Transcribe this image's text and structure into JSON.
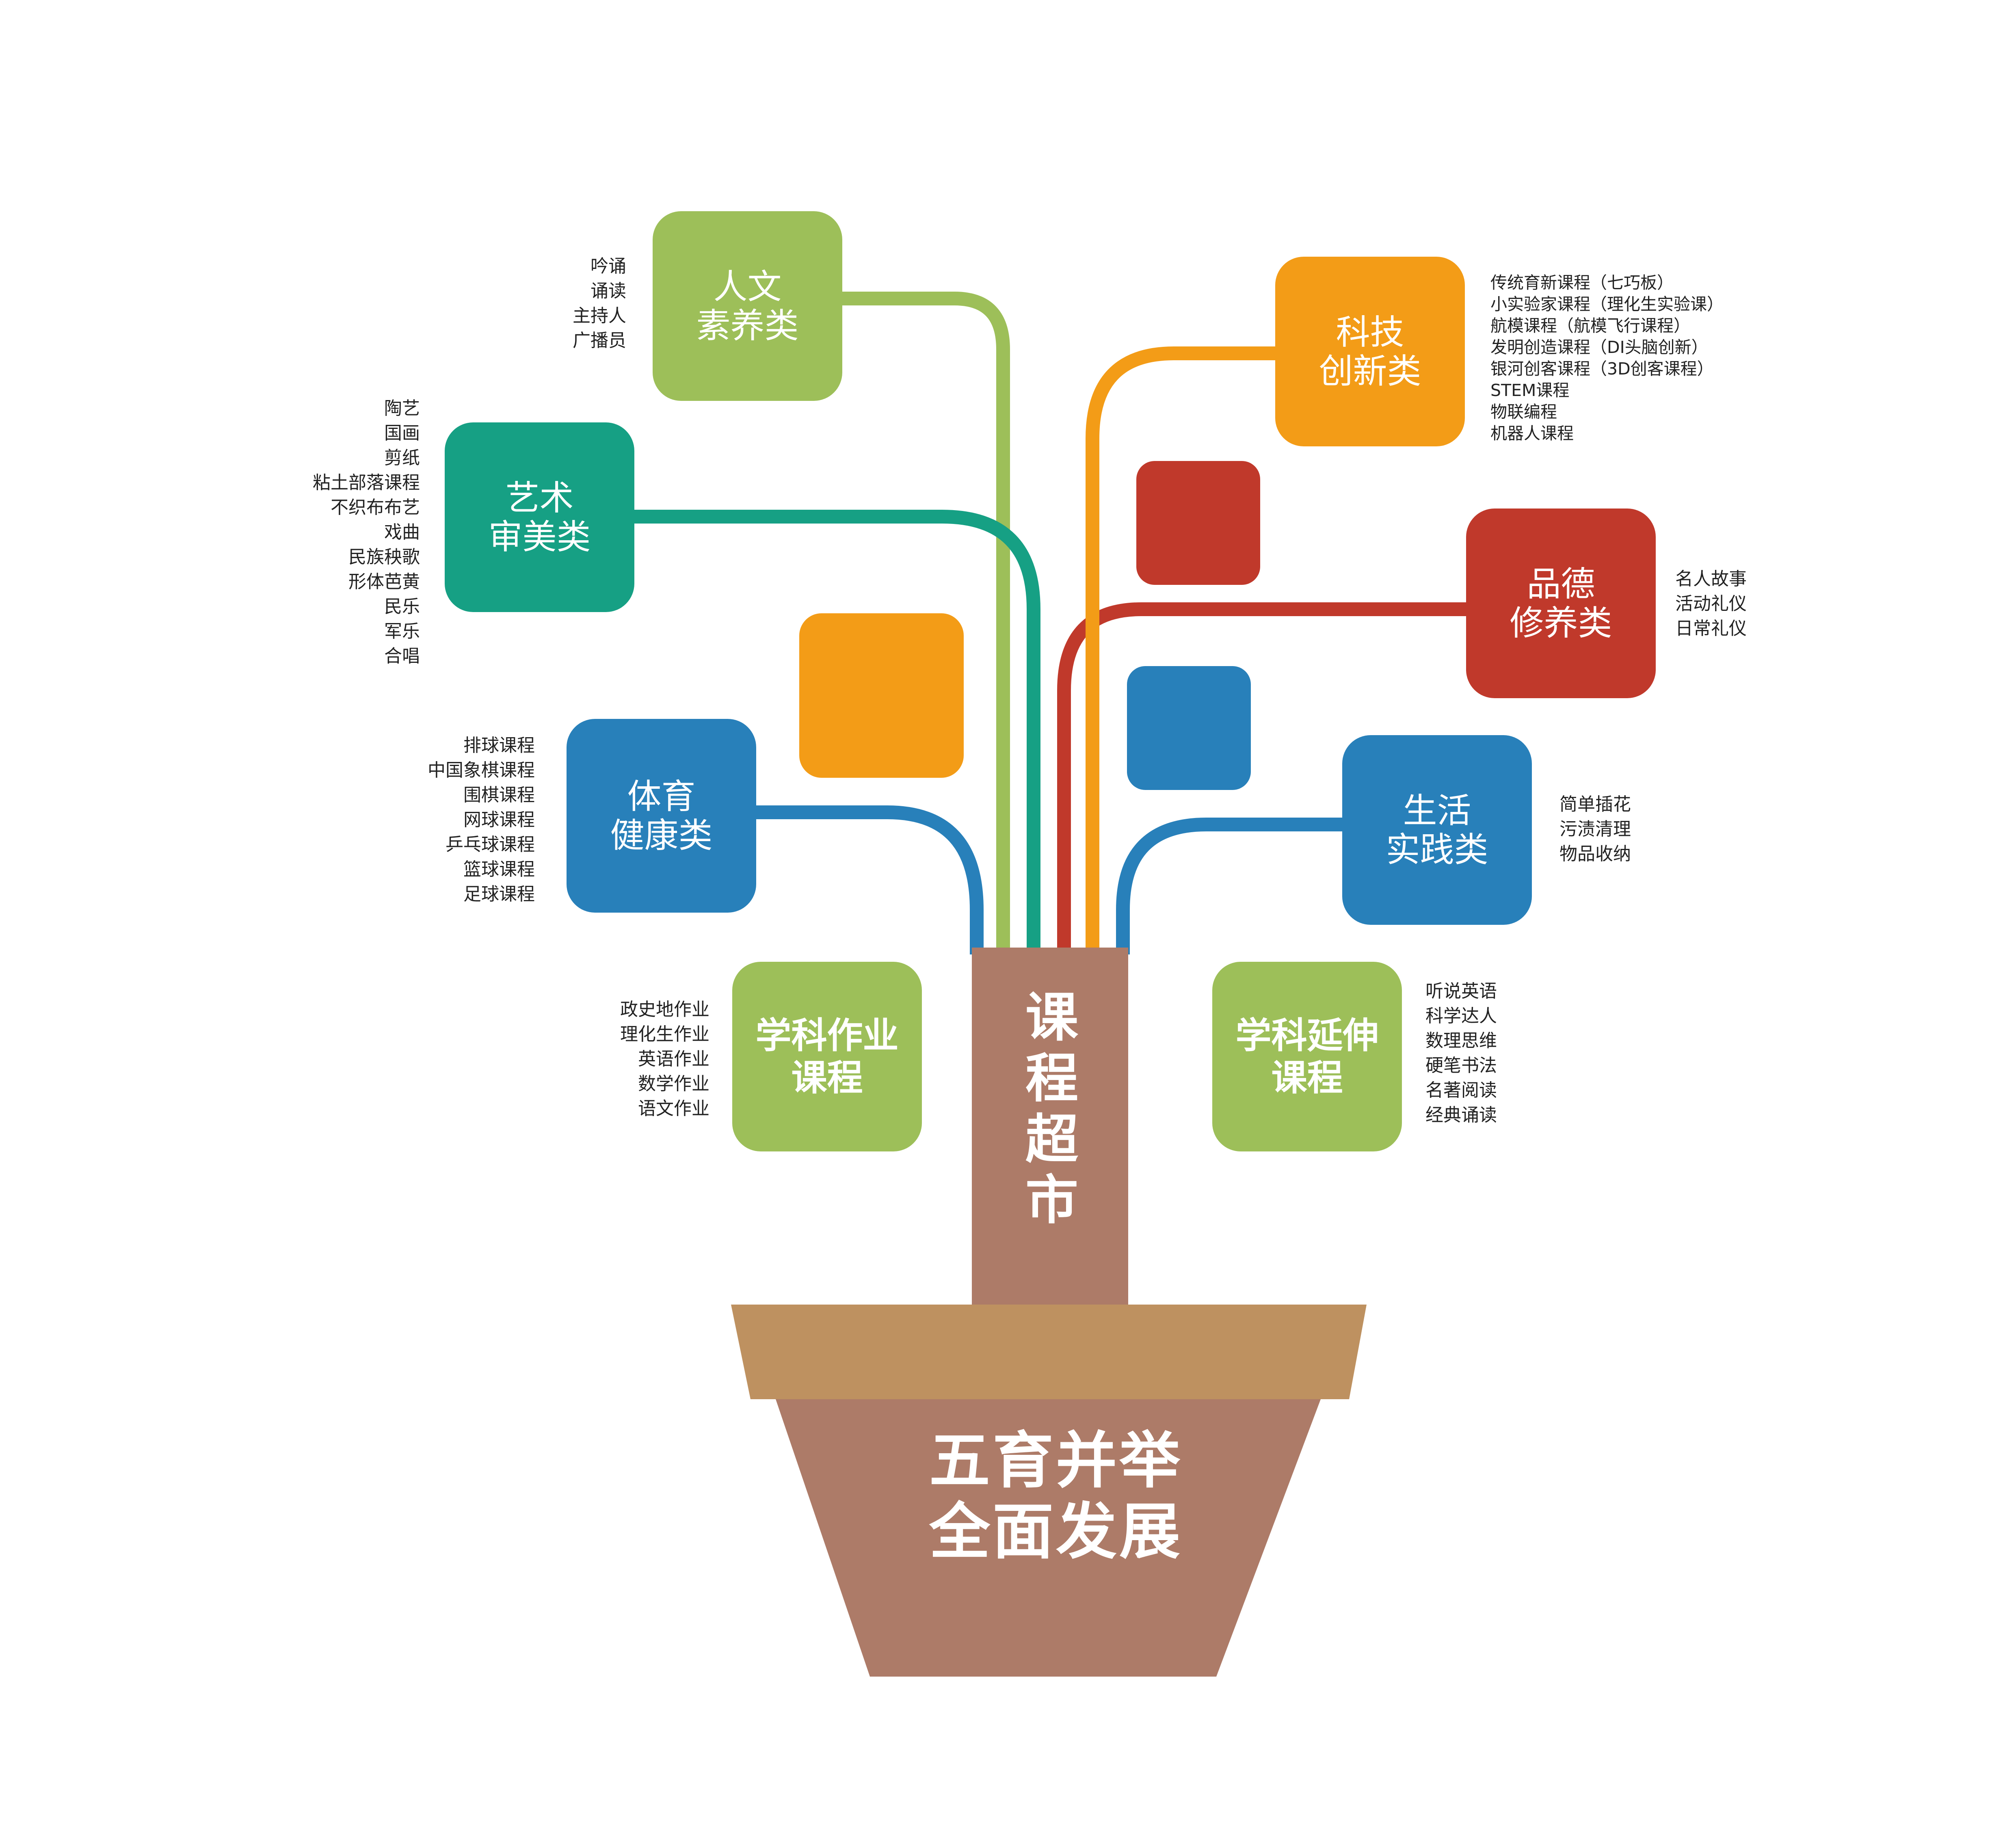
{
  "trunk_label": [
    "课",
    "程",
    "超",
    "市"
  ],
  "pot_label": [
    "五育并举",
    "全面发展"
  ],
  "colors": {
    "light_green": "#9dbf59",
    "teal": "#16a084",
    "orange": "#f39c17",
    "red": "#c0392b",
    "blue": "#2880ba",
    "trunk": "#ad7b68",
    "pot_rim": "#be9160",
    "pot_body": "#ad7b68"
  },
  "categories": {
    "humanities": {
      "title": [
        "人文",
        "素养类"
      ],
      "color": "light_green",
      "items": [
        "吟诵",
        "诵读",
        "主持人",
        "广播员"
      ]
    },
    "arts": {
      "title": [
        "艺术",
        "审美类"
      ],
      "color": "teal",
      "items": [
        "陶艺",
        "国画",
        "剪纸",
        "粘土部落课程",
        "不织布布艺",
        "戏曲",
        "民族秧歌",
        "形体芭黄",
        "民乐",
        "军乐",
        "合唱"
      ]
    },
    "sports": {
      "title": [
        "体育",
        "健康类"
      ],
      "color": "blue",
      "items": [
        "排球课程",
        "中国象棋课程",
        "围棋课程",
        "网球课程",
        "乒乓球课程",
        "篮球课程",
        "足球课程"
      ]
    },
    "subject_homework": {
      "title": [
        "学科作业",
        "课程"
      ],
      "color": "light_green",
      "items": [
        "政史地作业",
        "理化生作业",
        "英语作业",
        "数学作业",
        "语文作业"
      ]
    },
    "science": {
      "title": [
        "科技",
        "创新类"
      ],
      "color": "orange",
      "items": [
        "传统育新课程（七巧板）",
        "小实验家课程（理化生实验课）",
        "航模课程（航模飞行课程）",
        "发明创造课程（DI头脑创新）",
        "银河创客课程（3D创客课程）",
        "STEM课程",
        "物联编程",
        "机器人课程"
      ]
    },
    "moral": {
      "title": [
        "品德",
        "修养类"
      ],
      "color": "red",
      "items": [
        "名人故事",
        "活动礼仪",
        "日常礼仪"
      ]
    },
    "life": {
      "title": [
        "生活",
        "实践类"
      ],
      "color": "blue",
      "items": [
        "简单插花",
        "污渍清理",
        "物品收纳"
      ]
    },
    "subject_extension": {
      "title": [
        "学科延伸",
        "课程"
      ],
      "color": "light_green",
      "items": [
        "听说英语",
        "科学达人",
        "数理思维",
        "硬笔书法",
        "名著阅读",
        "经典诵读"
      ]
    }
  }
}
